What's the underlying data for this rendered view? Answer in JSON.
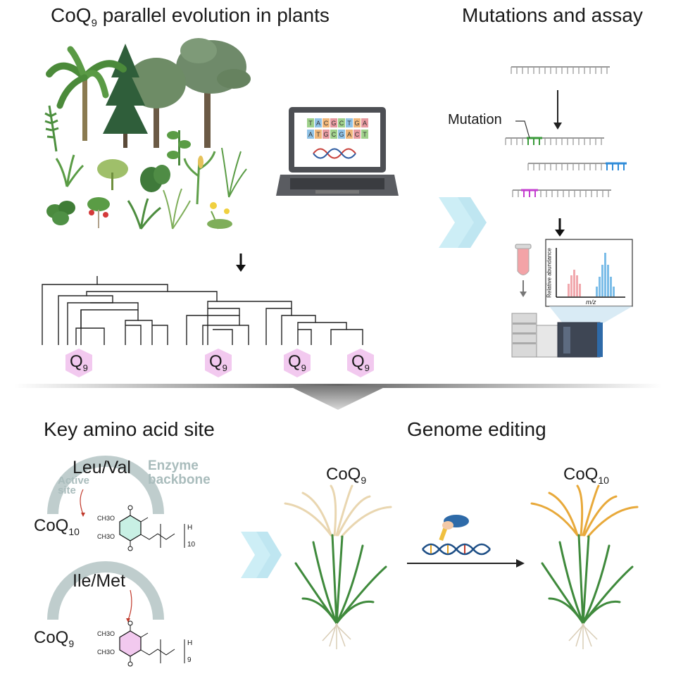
{
  "panels": {
    "top_left_title": {
      "pre": "CoQ",
      "sub": "9",
      "post": " parallel evolution in plants"
    },
    "top_right_title": "Mutations and assay",
    "bottom_left_title": "Key amino acid site",
    "bottom_right_title": "Genome editing"
  },
  "laptop": {
    "dna_row1": [
      "T",
      "A",
      "C",
      "G",
      "C",
      "T",
      "G",
      "A"
    ],
    "dna_row2": [
      "A",
      "T",
      "G",
      "C",
      "G",
      "A",
      "C",
      "T"
    ]
  },
  "tree": {
    "q_labels": [
      {
        "main": "Q",
        "sub": "9"
      },
      {
        "main": "Q",
        "sub": "9"
      },
      {
        "main": "Q",
        "sub": "9"
      },
      {
        "main": "Q",
        "sub": "9"
      }
    ]
  },
  "mutation": {
    "label": "Mutation",
    "colors": {
      "green": "#3a9a3a",
      "blue": "#2e8bd8",
      "magenta": "#c43fd0"
    }
  },
  "assay": {
    "ylabel": "Relative abundance",
    "xlabel": "m/z"
  },
  "amino": {
    "top": {
      "residue": "Leu/Val",
      "backbone": "Enzyme\nbackbone",
      "active_site": "Active\nsite",
      "product_main": "CoQ",
      "product_sub": "10",
      "chain_n": "10",
      "chain_h": "H",
      "methoxy1": "CH3O",
      "methoxy2": "CH3O"
    },
    "bottom": {
      "residue": "Ile/Met",
      "product_main": "CoQ",
      "product_sub": "9",
      "chain_n": "9",
      "chain_h": "H",
      "methoxy1": "CH3O",
      "methoxy2": "CH3O"
    }
  },
  "genome": {
    "left": {
      "main": "CoQ",
      "sub": "9"
    },
    "right": {
      "main": "CoQ",
      "sub": "10"
    }
  },
  "colors": {
    "arrow_cyan": "#cdeef6",
    "hexagon_pink": "#f2c9ef",
    "backbone_gray": "#a9bcbc",
    "wheat_pale": "#e9d6b0",
    "wheat_gold": "#e8a93a",
    "leaf_green": "#3f8a3c"
  }
}
